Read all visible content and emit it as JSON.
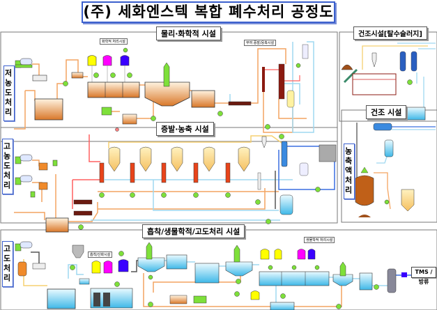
{
  "title": "(주) 세화엔스텍 복합 폐수처리 공정도",
  "sections": {
    "physchem": {
      "label": "물리·화학적 시설",
      "side": "저농도처리",
      "sub1": "화학적 처리시설",
      "sub2": "부여 증발/응축시설"
    },
    "drying_sludge": {
      "label": "건조시설[탈수슬러지]"
    },
    "evaporation": {
      "label": "증발·농축 시설",
      "side": "고농도처리"
    },
    "drying": {
      "label": "건조 시설",
      "side": "농축액처리"
    },
    "advanced": {
      "label": "흡착/생물학적/고도처리 시설",
      "side": "고도처리",
      "sub1": "흡착/산화시설",
      "sub2": "생물학적 처리시설"
    }
  },
  "discharge": "TMS / 방류",
  "colors": {
    "pipe_orange": "#f4a460",
    "pipe_blue": "#9fd8f0",
    "pump": "#7ee03a",
    "chem_yellow": "#ffff00",
    "chem_magenta": "#ff00ff",
    "chem_blue": "#3a00ff",
    "sludge": "#e07a1f",
    "water": "#6fd0f0",
    "frame_blue": "#3a5fcd"
  }
}
